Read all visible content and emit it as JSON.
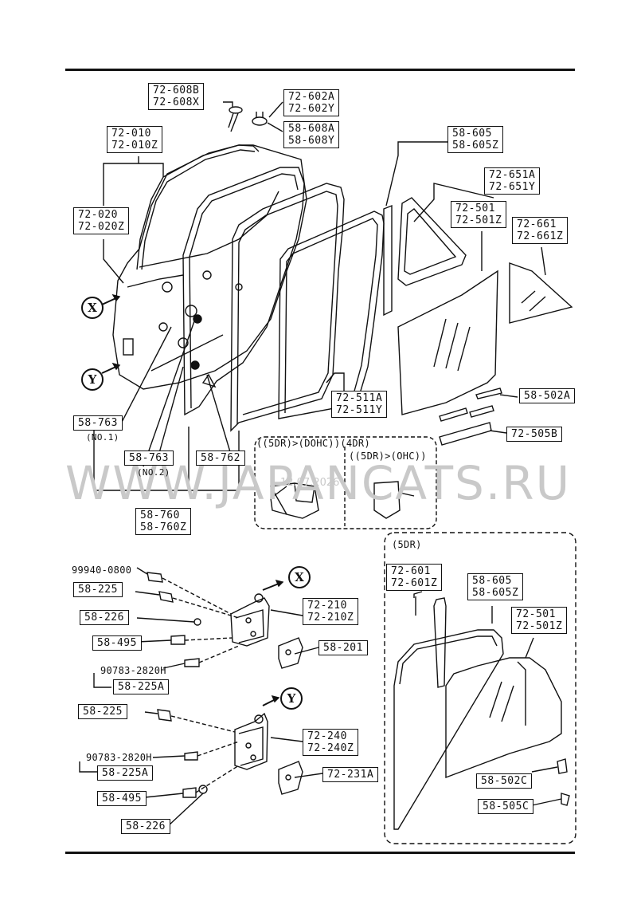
{
  "labels": {
    "l608b": [
      "72-608B",
      "72-608X"
    ],
    "l602a": [
      "72-602A",
      "72-602Y"
    ],
    "l608a": [
      "58-608A",
      "58-608Y"
    ],
    "l010": [
      "72-010",
      "72-010Z"
    ],
    "l020": [
      "72-020",
      "72-020Z"
    ],
    "l605": [
      "58-605",
      "58-605Z"
    ],
    "l651": [
      "72-651A",
      "72-651Y"
    ],
    "l501": [
      "72-501",
      "72-501Z"
    ],
    "l661": [
      "72-661",
      "72-661Z"
    ],
    "l502a": [
      "58-502A"
    ],
    "l511": [
      "72-511A",
      "72-511Y"
    ],
    "l505b": [
      "72-505B"
    ],
    "l763n1": [
      "58-763"
    ],
    "l763n2": [
      "58-763"
    ],
    "l762": [
      "58-762"
    ],
    "l760": [
      "58-760",
      "58-760Z"
    ],
    "l225a": [
      "58-225"
    ],
    "l226a": [
      "58-226"
    ],
    "l495a": [
      "58-495"
    ],
    "l225aa": [
      "58-225A"
    ],
    "l210": [
      "72-210",
      "72-210Z"
    ],
    "l201": [
      "58-201"
    ],
    "l225b": [
      "58-225"
    ],
    "l225ab": [
      "58-225A"
    ],
    "l240": [
      "72-240",
      "72-240Z"
    ],
    "l231": [
      "72-231A"
    ],
    "l495b": [
      "58-495"
    ],
    "l226b": [
      "58-226"
    ],
    "l601": [
      "72-601",
      "72-601Z"
    ],
    "l605b": [
      "58-605",
      "58-605Z"
    ],
    "l501b": [
      "72-501",
      "72-501Z"
    ],
    "l502c": [
      "58-502C"
    ],
    "l505c": [
      "58-505C"
    ]
  },
  "notes": {
    "no1": "(NO.1)",
    "no2": "(NO.2)",
    "variant1": "((5DR)>(DOHC))(4DR)",
    "variant2": "((5DR)>(OHC))",
    "section5dr": "(5DR)",
    "bolt1": "99940-0800",
    "bolt2": "90783-2820H",
    "bolt3": "90783-2820H"
  },
  "markers": {
    "x": "X",
    "y": "Y"
  },
  "watermark": "WWW.JAPANCATS.RU",
  "date_stamp": "12.07.2026"
}
